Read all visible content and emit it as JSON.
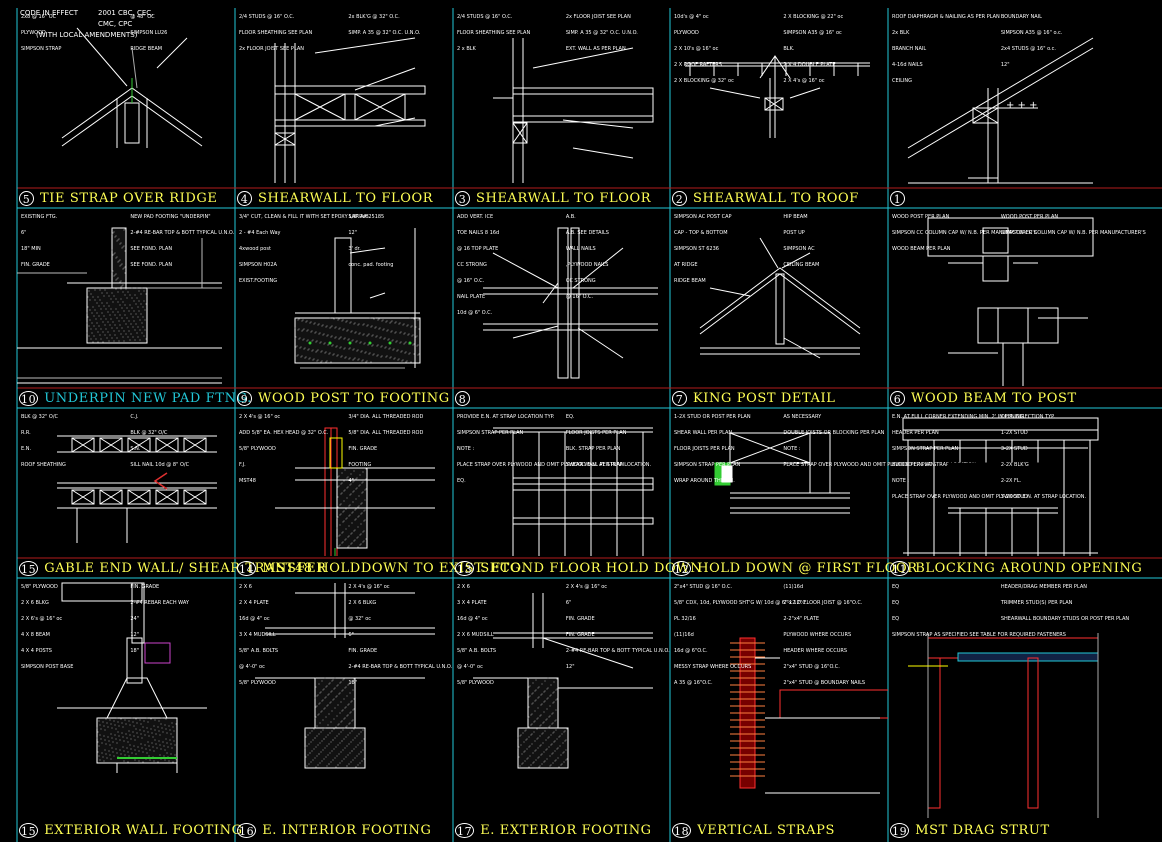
{
  "header": {
    "line1": "CODE IN EFFECT",
    "line2": "2001 CBC, CEC,",
    "line3": "CMC, CPC",
    "line4": "(WITH LOCAL AMENDMENTS)"
  },
  "details": [
    {
      "num": "5",
      "title": "TIE STRAP OVER RIDGE",
      "notes": [
        "2x8 @ 16\" OC",
        "PLYWOOD",
        "SIMPSON STRAP",
        "@ 48\" OC",
        "SIMPSON LU26",
        "RIDGE BEAM"
      ]
    },
    {
      "num": "4",
      "title": "SHEARWALL TO FLOOR",
      "notes": [
        "2/4 STUDS @ 16\" O.C.",
        "FLOOR SHEATHING SEE PLAN",
        "2x FLOOR JOIST SEE PLAN",
        "2x BLK'G @ 32\" O.C.",
        "SIMP. A 35 @ 32\" O.C. U.N.O."
      ]
    },
    {
      "num": "3",
      "title": "SHEARWALL TO FLOOR",
      "notes": [
        "2/4 STUDS @ 16\" O.C.",
        "FLOOR SHEATHING SEE PLAN",
        "2 x BLK",
        "2x FLOOR JOIST SEE PLAN",
        "SIMP. A 35 @ 32\" O.C. U.N.O.",
        "EXT. WALL AS PER PLAN"
      ]
    },
    {
      "num": "2",
      "title": "SHEARWALL TO ROOF",
      "notes": [
        "10d's @ 4\" oc",
        "PLYWOOD",
        "2 X 10's @ 16\" oc",
        "2 X ROOF RAFTERS",
        "2 X BLOCKING @ 32\" oc",
        "2 X BLOCKING @ 22\" oc",
        "SIMPSON A35 @ 16\" oc",
        "BLK.",
        "2 X 4 DOUBLE PLATE",
        "2 X 4's @ 16\" oc"
      ]
    },
    {
      "num": "1",
      "title": "",
      "notes": [
        "ROOF DIAPHRAGM & NAILING AS PER PLAN",
        "2x BLK",
        "BRANCH NAIL",
        "4-16d NAILS",
        "CEILING",
        "BOUNDARY NAIL",
        "SIMPSON A35 @ 16\" o.c.",
        "2x4 STUDS @ 16\" o.c.",
        "12\""
      ]
    },
    {
      "num": "10",
      "title": "UNDERPIN NEW PAD FTNG.",
      "notes": [
        "EXISTING FTG.",
        "6\"",
        "18\" MIN",
        "FIN. GRADE",
        "NEW PAD FOOTING \"UNDERPIN\"",
        "2-#4 RE-BAR TOP & BOTT TYPICAL U.N.O.",
        "SEE FOND. PLAN",
        "SEE FOND. PLAN"
      ]
    },
    {
      "num": "9",
      "title": "WOOD POST TO FOOTING",
      "notes": [
        "3/4\" CUT, CLEAN & FILL IT WITH SET EPOXY LARR# 25185",
        "2 - #4 Each Way",
        "4xwood post",
        "SIMPSON H02A",
        "EXIST.FOOTING",
        "5/8\" A.B.",
        "12\"",
        "3' dr.",
        "conc. pad. footing"
      ]
    },
    {
      "num": "8",
      "title": "",
      "notes": [
        "ADD VERT. ICE",
        "TOE NAILS 8 16d",
        "@ 16 TOP PLATE",
        "CC STRONG",
        "@ 16\" O.C.",
        "NAIL PLATE",
        "10d @ 6\" O.C.",
        "A.B.",
        "A.B. SEE DETAILS",
        "WALL NAILS",
        ",PLYWOOD NAILS",
        "CC STRONG",
        "@ 16\" O.C."
      ]
    },
    {
      "num": "7",
      "title": "KING POST DETAIL",
      "notes": [
        "SIMPSON AC POST CAP",
        "CAP - TOP & BOTTOM",
        "SIMPSON ST 6236",
        "AT RIDGE",
        "RIDGE BEAM",
        "HIP BEAM",
        "POST UP",
        "SIMPSON AC",
        "CEILING BEAM"
      ]
    },
    {
      "num": "6",
      "title": "WOOD BEAM TO POST",
      "notes": [
        "WOOD POST PER PLAN",
        "SIMPSON CC COLUMN CAP W/ N.B. PER MANUFACTURER'S",
        "WOOD BEAM PER PLAN",
        "WOOD POST PER PLAN",
        "SIMPSON CC COLUMN CAP W/ N.B. PER MANUFACTURER'S"
      ]
    },
    {
      "num": "15",
      "title": "GABLE END WALL/ SHEAR TRANSFER",
      "notes": [
        "BLK @ 32\" O/C",
        "R.R.",
        "E.N.",
        "ROOF SHEATHING",
        "C.J.",
        "BLK @ 32\" O/C",
        "S.N.",
        "SILL NAIL 10d @ 8\" O/C"
      ]
    },
    {
      "num": "14",
      "title": "MST48 HOLDDOWN TO EXIST. FTG.",
      "notes": [
        "2 X 4's @ 16\" oc",
        "ADD 5/8\" EA. HEX HEAD @ 32\" O.C.",
        "5/8\" PLYWOOD",
        "F.J.",
        "MST48",
        "3/4\" DIA. ALL THREADED ROD",
        "5/8\" DIA. ALL THREADED ROD",
        "FIN. GRADE",
        "FOOTING",
        "4\""
      ]
    },
    {
      "num": "13",
      "title": "SECOND FLOOR HOLD DOWN",
      "notes": [
        "PROVIDE E.N. AT STRAP LOCATION TYP.",
        "SIMPSON STRAP PER PLAN",
        "NOTE :",
        "PLACE STRAP OVER PLYWOOD AND OMIT PLYWOOD E.N. AT STRAP LOCATION.",
        "EQ.",
        "EQ.",
        "FLOOR JOISTS PER PLAN",
        "BLK. STRAP PER PLAN",
        "SHEAR WALL PER PLAN"
      ]
    },
    {
      "num": "12",
      "title": "HOLD DOWN @ FIRST FLOOR",
      "notes": [
        "1-2X STUD OR POST PER PLAN",
        "SHEAR WALL PER PLAN",
        "FLOOR JOISTS PER PLAN",
        "SIMPSON STRAP PER PLAN",
        "WRAP AROUND THE BM.",
        "AS NECESSARY",
        "DOUBLE JOISTS OR BLOCKING PER PLAN",
        "NOTE :",
        "PLACE STRAP OVER PLYWOOD AND OMIT PLYWOOD E.N. AT STRAP LOCATION."
      ]
    },
    {
      "num": "11",
      "title": "BLOCKING AROUND OPENING",
      "notes": [
        "E.N. AT FULL CORNER EXTENDING MIN. 2' IN E.A. DIRECTION TYP.",
        "HEADER PER PLAN",
        "SIMPSON STRAP PER PLAN",
        "BLOCK PER PLAN",
        "NOTE :",
        "PLACE STRAP OVER PLYWOOD AND OMIT PLYWOOD E.N. AT STRAP LOCATION.",
        "OPENING",
        "1-2X STUD",
        "3-2X STUD",
        "2-2X BLK'G",
        "2-2X FL.",
        "3-2X STUD"
      ]
    },
    {
      "num": "15",
      "title": "EXTERIOR WALL FOOTING",
      "notes": [
        "5/8\" PLYWOOD",
        "2 X 6 BLKG",
        "2 X 6's @ 16\" oc",
        "4 X 8 BEAM",
        "4 X 4 POSTS",
        "SIMPSON POST BASE",
        "FIN. GRADE",
        "2-#4 REBAR EACH WAY",
        "24\"",
        "12\"",
        "18\""
      ]
    },
    {
      "num": "16",
      "title": "E. INTERIOR FOOTING",
      "notes": [
        "2 X 6",
        "2 X 4 PLATE",
        "16d @ 4\" oc",
        "3 X 4 MUDSILL",
        "5/8\" A.B. BOLTS",
        "@ 4'-0\" oc",
        "5/8\" PLYWOOD",
        "2 X 4's @ 16\" oc",
        "2 X 6 BLKG",
        "@ 32\" oc",
        "6\"",
        "FIN. GRADE",
        "2-#4 RE-BAR TOP & BOTT TYPICAL U.N.O.",
        "18\""
      ]
    },
    {
      "num": "17",
      "title": "E. EXTERIOR FOOTING",
      "notes": [
        "2 X 6",
        "3 X 4 PLATE",
        "16d @ 4\" oc",
        "2 X 6 MUDSILL",
        "5/8\" A.B. BOLTS",
        "@ 4'-0\" oc",
        "5/8\" PLYWOOD",
        "2 X 4's @ 16\" oc",
        "6\"",
        "FIN. GRADE",
        "FIN. GRADE",
        "2-#4 RE-BAR TOP & BOTT TYPICAL U.N.O.",
        "12\""
      ]
    },
    {
      "num": "18",
      "title": "VERTICAL STRAPS",
      "notes": [
        "2\"x4\" STUD @ 16\" O.C.",
        "5/8\" CDX, 10d, PLYWOOD SHT'G W/ 10d @ 6\"-12 O.C.",
        "PL 32/16",
        "(11)16d",
        "16d @ 6\"O.C.",
        "MESSY STRAP WHERE OCCURS",
        "A 35 @ 16\"O.C.",
        "(11)16d",
        "2\"x 12\" FLOOR JOIST @ 16\"O.C.",
        "2-2\"x4\" PLATE",
        "PLYWOOD WHERE OCCURS",
        "HEADER WHERE OCCURS",
        "2\"x4\" STUD @ 16\"O.C.",
        "2\"x4\" STUD @ BOUNDARY NAILS"
      ]
    },
    {
      "num": "19",
      "title": "MST DRAG STRUT",
      "notes": [
        "EQ",
        "EQ",
        "EQ",
        "SIMPSON STRAP AS SPECIFIED SEE TABLE FOR REQUIRED FASTENERS",
        "HEADER/DRAG MEMBER PER PLAN",
        "TRIMMER STUD(S) PER PLAN",
        "SHEARWALL BOUNDARY STUDS OR POST PER PLAN"
      ]
    }
  ]
}
